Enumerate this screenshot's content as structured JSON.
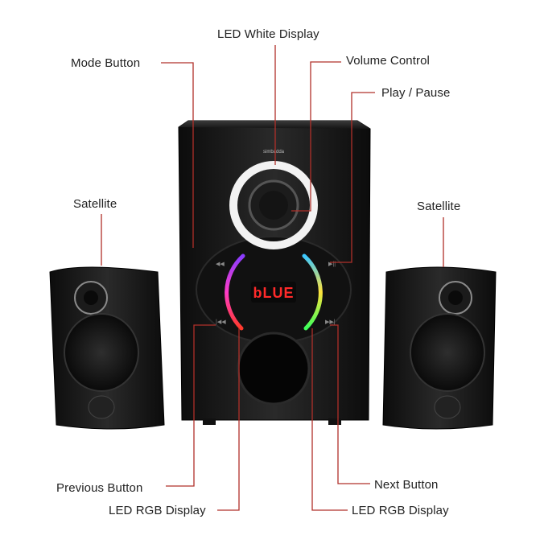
{
  "labels": {
    "led_white_display": "LED White Display",
    "mode_button": "Mode Button",
    "volume_control": "Volume Control",
    "play_pause": "Play / Pause",
    "satellite_left": "Satellite",
    "satellite_right": "Satellite",
    "previous_button": "Previous Button",
    "next_button": "Next Button",
    "led_rgb_left": "LED RGB Display",
    "led_rgb_right": "LED RGB Display"
  },
  "device": {
    "display_text": "bLUE",
    "brand_text": "simbadda"
  },
  "colors": {
    "leader_line": "#b0302a",
    "speaker_body": "#1a1a1a",
    "display_red": "#ff2a2a",
    "ring_white": "#f2f2f2"
  }
}
